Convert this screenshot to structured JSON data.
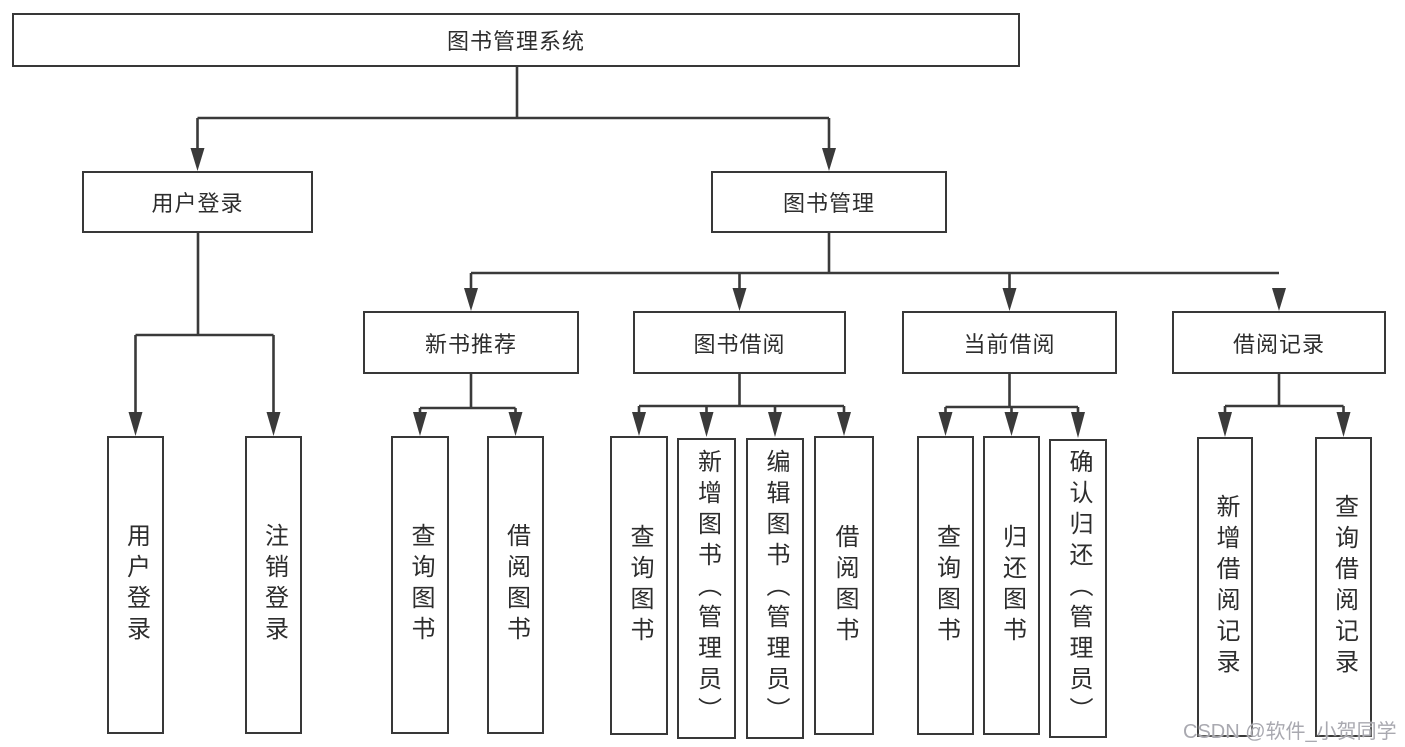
{
  "tree": {
    "root": {
      "label": "图书管理系统"
    },
    "user_login": {
      "label": "用户登录",
      "children": [
        {
          "label": "用户登录"
        },
        {
          "label": "注销登录"
        }
      ]
    },
    "book_management": {
      "label": "图书管理",
      "children": [
        {
          "label": "新书推荐",
          "children": [
            {
              "label": "查询图书"
            },
            {
              "label": "借阅图书"
            }
          ]
        },
        {
          "label": "图书借阅",
          "children": [
            {
              "label": "查询图书"
            },
            {
              "label": "新增图书（管理员）"
            },
            {
              "label": "编辑图书（管理员）"
            },
            {
              "label": "借阅图书"
            }
          ]
        },
        {
          "label": "当前借阅",
          "children": [
            {
              "label": "查询图书"
            },
            {
              "label": "归还图书"
            },
            {
              "label": "确认归还（管理员）"
            }
          ]
        },
        {
          "label": "借阅记录",
          "children": [
            {
              "label": "新增借阅记录"
            },
            {
              "label": "查询借阅记录"
            }
          ]
        }
      ]
    }
  },
  "watermark": {
    "text": "CSDN @软件_小贺同学"
  },
  "colors": {
    "line": "#3a3a3a",
    "box_border": "#383838",
    "box_fill": "#ffffff",
    "text": "#2d2d2d",
    "background": "#ffffff",
    "watermark": "#a9a9b0"
  }
}
